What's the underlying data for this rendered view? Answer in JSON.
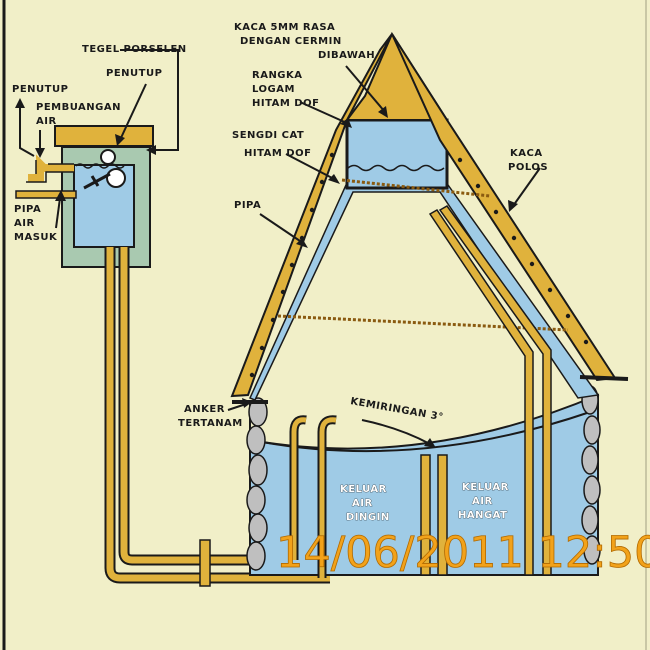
{
  "labels": {
    "glass_top": [
      "KACA 5MM RASA",
      "DENGAN CERMIN",
      "DIBAWAH"
    ],
    "tile": "TEGEL PORSELEN",
    "cover_left": "PENUTUP",
    "cover_right": "PENUTUP",
    "overflow": [
      "PEMBUANGAN",
      "AIR"
    ],
    "inlet": [
      "PIPA",
      "AIR",
      "MASUK"
    ],
    "frame": [
      "RANGKA",
      "LOGAM",
      "HITAM DOF"
    ],
    "seal": [
      "SENGDI CAT",
      "HITAM DOF"
    ],
    "pipe": "PIPA",
    "clear_glass": [
      "KACA",
      "POLOS"
    ],
    "anchor": [
      "ANKER",
      "TERTANAM"
    ],
    "slope": "KEMIRINGAN 3°",
    "cold_out": [
      "KELUAR",
      "AIR",
      "DINGIN"
    ],
    "hot_out": [
      "KELUAR",
      "AIR",
      "HANGAT"
    ]
  },
  "timestamp": "14/06/2011 12:50",
  "colors": {
    "background": "#f1efc8",
    "water": "#9fcbe6",
    "frame": "#e0b23c",
    "box": "#a9c9b0",
    "stamp": "#f2a21a"
  }
}
